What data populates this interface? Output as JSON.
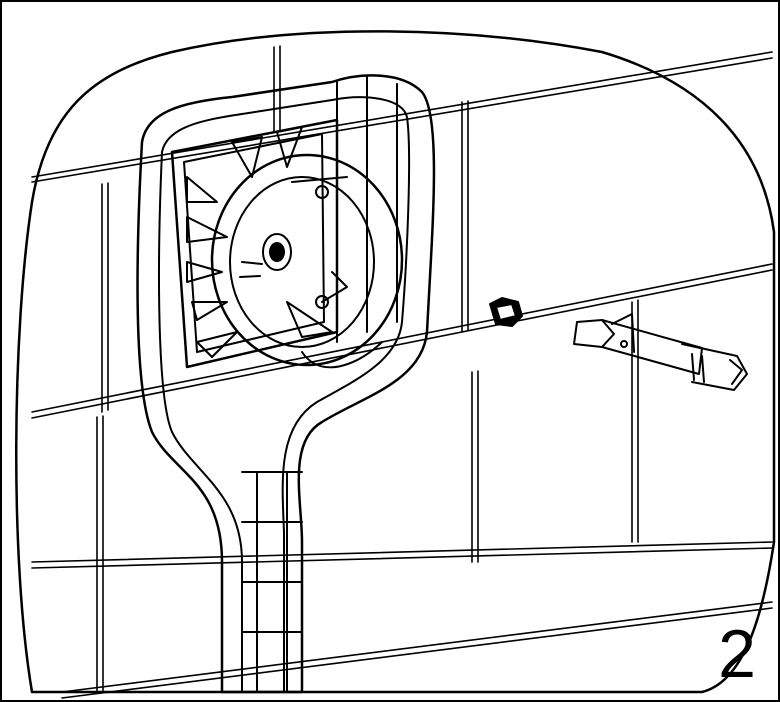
{
  "step": {
    "number": "2"
  },
  "colors": {
    "line": "#000000",
    "background": "#ffffff"
  },
  "icons": [
    "wall-tiles",
    "socket-mounting-box",
    "threaded-plug",
    "tubular-socket-wrench"
  ]
}
